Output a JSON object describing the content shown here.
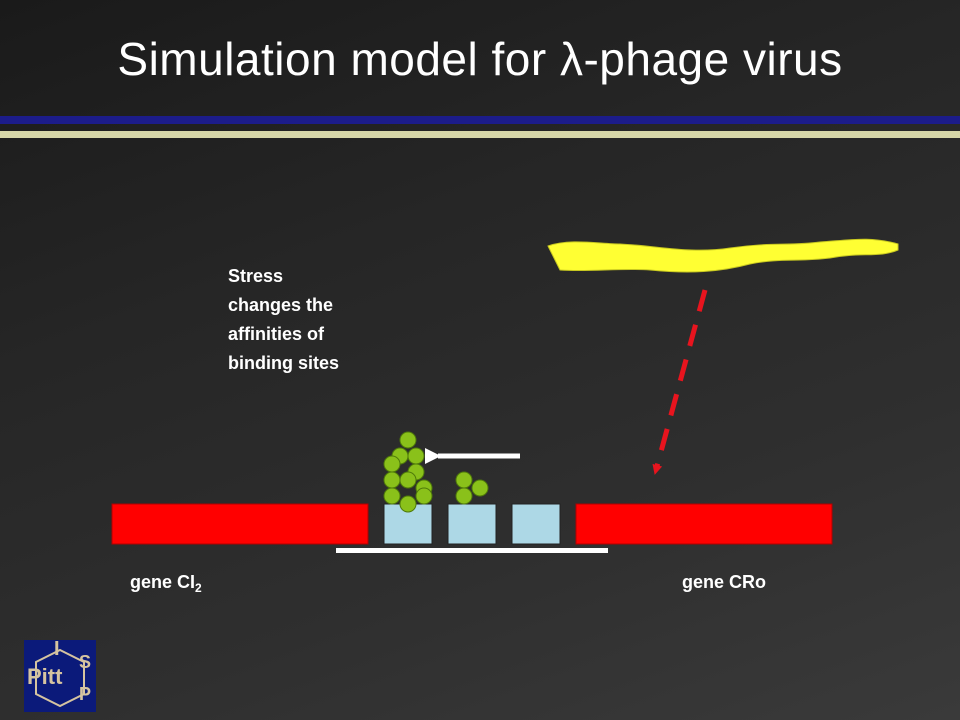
{
  "title": "Simulation model for λ-phage virus",
  "annotation_lines": [
    "Stress",
    "changes the",
    "affinities of",
    "binding sites"
  ],
  "gene_left": {
    "name": "gene CI",
    "subscript": "2"
  },
  "gene_right": {
    "name": "gene CRo"
  },
  "logo": {
    "letters": [
      "I",
      "Pitt",
      "S",
      "P"
    ]
  },
  "colors": {
    "gene_bar": "#ff0000",
    "binding_site": "#add8e6",
    "protein": "#8ac11a",
    "virus_strand": "#ffff33",
    "dashed_arrow": "#e8141e",
    "logo_bg": "#0b1a7a"
  },
  "icons": {
    "virus": "yellow-wavy-strand-icon",
    "protein": "green-circle-icon",
    "arrow": "left-arrow-icon"
  }
}
